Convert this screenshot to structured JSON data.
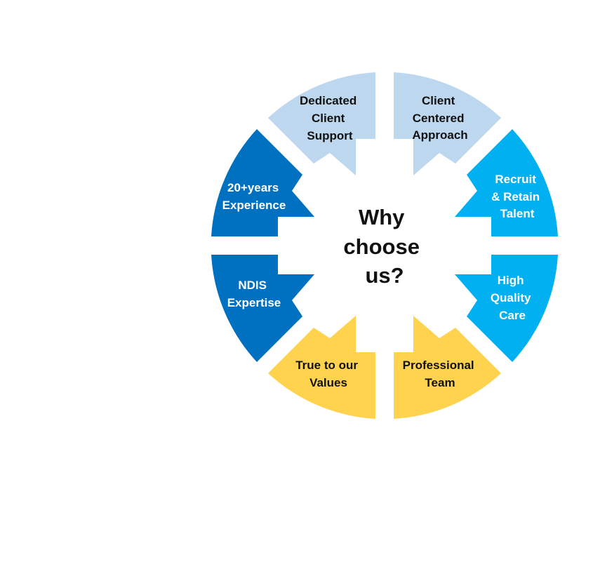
{
  "diagram": {
    "center_lines": [
      "Why",
      "choose",
      "us?"
    ],
    "colors": {
      "light_blue": "#BDD7EE",
      "dark_blue": "#0070C0",
      "cyan": "#00B0F0",
      "yellow": "#FFD34E",
      "dark_text": "#111111",
      "light_text": "#FFFFFF"
    },
    "segments": [
      {
        "id": "dedicated-client-support",
        "lines": [
          "Dedicated",
          "Client",
          "Support"
        ],
        "color": "#BDD7EE",
        "text_color": "#111111"
      },
      {
        "id": "client-centered-approach",
        "lines": [
          "Client",
          "Centered",
          "Approach"
        ],
        "color": "#BDD7EE",
        "text_color": "#111111"
      },
      {
        "id": "recruit-retain-talent",
        "lines": [
          "Recruit",
          "& Retain",
          "Talent"
        ],
        "color": "#00B0F0",
        "text_color": "#FFFFFF"
      },
      {
        "id": "high-quality-care",
        "lines": [
          "High",
          "Quality",
          "Care"
        ],
        "color": "#00B0F0",
        "text_color": "#FFFFFF"
      },
      {
        "id": "professional-team",
        "lines": [
          "Professional",
          "Team"
        ],
        "color": "#FFD34E",
        "text_color": "#111111"
      },
      {
        "id": "true-to-our-values",
        "lines": [
          "True to our",
          "Values"
        ],
        "color": "#FFD34E",
        "text_color": "#111111"
      },
      {
        "id": "ndis-expertise",
        "lines": [
          "NDIS",
          "Expertise"
        ],
        "color": "#0070C0",
        "text_color": "#FFFFFF"
      },
      {
        "id": "experience",
        "lines": [
          "20+years",
          "Experience"
        ],
        "color": "#0070C0",
        "text_color": "#FFFFFF"
      }
    ]
  }
}
